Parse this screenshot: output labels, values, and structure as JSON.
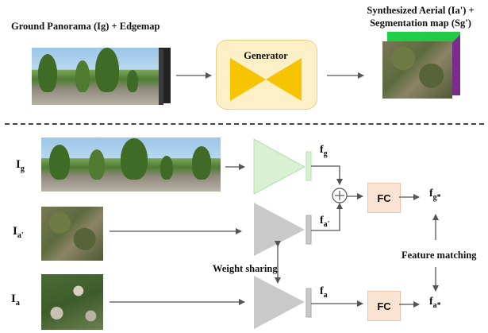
{
  "top": {
    "input_caption": "Ground Panorama (Ig) + Edgemap",
    "generator_label": "Generator",
    "output_caption_line1": "Synthesized Aerial (Ia') +",
    "output_caption_line2": "Segmentation map (Sg')"
  },
  "bottom": {
    "label_ig": "I",
    "label_ig_sub": "g",
    "label_ia_prime": "I",
    "label_ia_prime_sub": "a'",
    "label_ia": "I",
    "label_ia_sub": "a",
    "feature_fg": "f",
    "feature_fg_sub": "g",
    "feature_fa_prime": "f",
    "feature_fa_prime_sub": "a'",
    "feature_fa": "f",
    "feature_fa_sub": "a",
    "fc_top": "FC",
    "fc_bottom": "FC",
    "output_fg_star": "f",
    "output_fg_star_sub": "g*",
    "output_fa_star": "f",
    "output_fa_star_sub": "a*",
    "weight_sharing": "Weight sharing",
    "feature_matching": "Feature matching"
  },
  "colors": {
    "generator_fill": "#fdf0c6",
    "bowtie": "#f6c400",
    "encoder_green": "#d9f0d3",
    "encoder_gray": "#c9c9c9",
    "fc_fill": "#fbe3d3"
  }
}
